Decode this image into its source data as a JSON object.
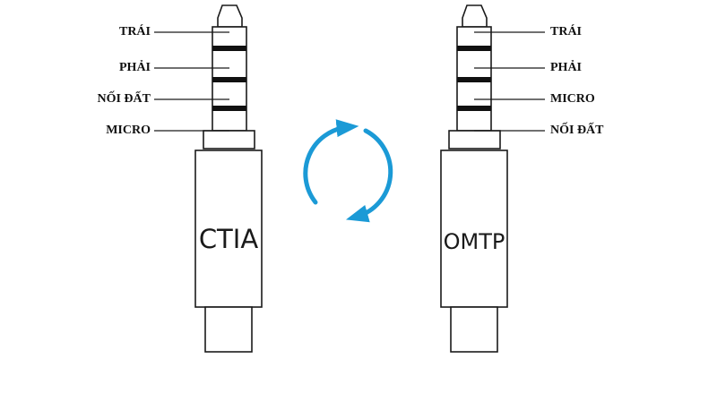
{
  "colors": {
    "stroke": "#1a1a1a",
    "ring": "#111111",
    "arrows": "#1b9ad6"
  },
  "left_plug": {
    "name": "CTIA",
    "labels": [
      "TRÁI",
      "PHẢI",
      "NỐI ĐẤT",
      "MICRO"
    ]
  },
  "right_plug": {
    "name": "OMTP",
    "labels": [
      "TRÁI",
      "PHẢI",
      "MICRO",
      "NỐI ĐẤT"
    ]
  },
  "swap_icon": "circular-swap-arrows-icon"
}
